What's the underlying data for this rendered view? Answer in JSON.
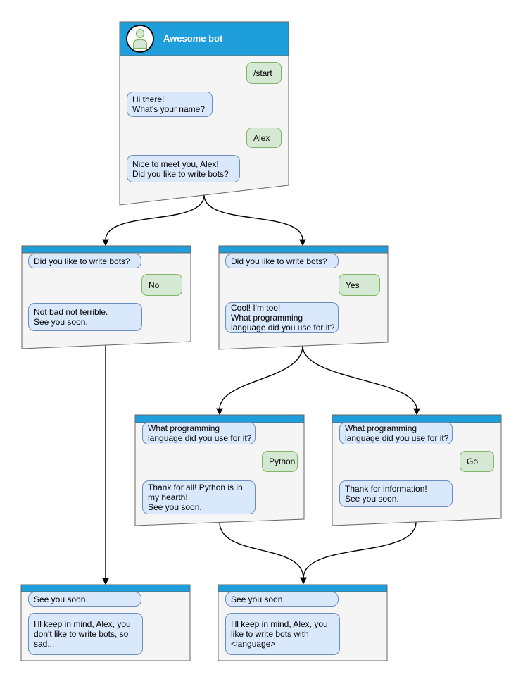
{
  "diagram_type": "chatbot-conversation-flowchart",
  "colors": {
    "headerBlue": "#1E9EDB",
    "windowFill": "#F5F5F5",
    "windowBorder": "#666666",
    "botBubbleFill": "#DAE8FC",
    "botBubbleBorder": "#6C8EBF",
    "userBubbleFill": "#D5E8D4",
    "userBubbleBorder": "#82B366",
    "avatarIconFill": "#D5E8D4",
    "avatarIconStroke": "#82B366",
    "connector": "#000000"
  },
  "windows": [
    {
      "id": "root",
      "title": "Awesome bot",
      "messages": [
        {
          "from": "user",
          "text": "/start"
        },
        {
          "from": "bot",
          "text": "Hi there!\nWhat's your name?"
        },
        {
          "from": "user",
          "text": "Alex"
        },
        {
          "from": "bot",
          "text": "Nice to meet you, Alex!\nDid you like to write bots?"
        }
      ]
    },
    {
      "id": "branch-no",
      "messages": [
        {
          "from": "bot",
          "text": "Did you like to write bots?"
        },
        {
          "from": "user",
          "text": "No"
        },
        {
          "from": "bot",
          "text": "Not bad not terrible.\nSee you soon."
        }
      ]
    },
    {
      "id": "branch-yes",
      "messages": [
        {
          "from": "bot",
          "text": "Did you like to write bots?"
        },
        {
          "from": "user",
          "text": "Yes"
        },
        {
          "from": "bot",
          "text": "Cool! I'm too!\nWhat programming\nlanguage did you use for it?"
        }
      ]
    },
    {
      "id": "python",
      "messages": [
        {
          "from": "bot",
          "text": "What programming\nlanguage did you use for it?"
        },
        {
          "from": "user",
          "text": "Python"
        },
        {
          "from": "bot",
          "text": "Thank for all! Python is in\nmy hearth!\nSee you soon."
        }
      ]
    },
    {
      "id": "go",
      "messages": [
        {
          "from": "bot",
          "text": "What programming\nlanguage did you use for it?"
        },
        {
          "from": "user",
          "text": "Go"
        },
        {
          "from": "bot",
          "text": "Thank for information!\nSee you soon."
        }
      ]
    },
    {
      "id": "end-no",
      "messages": [
        {
          "from": "bot",
          "text": "See you soon."
        },
        {
          "from": "bot",
          "text": "I'll keep in mind, Alex, you\ndon't like to write bots, so\nsad..."
        }
      ]
    },
    {
      "id": "end-yes",
      "messages": [
        {
          "from": "bot",
          "text": "See you soon."
        },
        {
          "from": "bot",
          "text": "I'll keep in mind, Alex, you\nlike to write bots with\n<language>"
        }
      ]
    }
  ]
}
